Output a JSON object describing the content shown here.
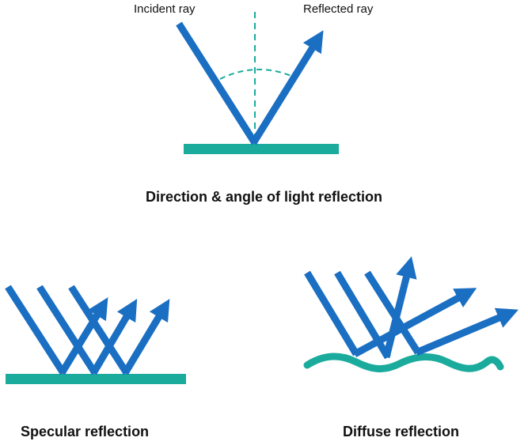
{
  "labels": {
    "incident_ray": "Incident ray",
    "reflected_ray": "Reflected ray",
    "main_caption": "Direction & angle of light reflection",
    "specular_caption": "Specular reflection",
    "diffuse_caption": "Diffuse reflection"
  },
  "colors": {
    "ray": "#1a6fc2",
    "surface": "#1aab9c",
    "normal": "#1aab9c",
    "text": "#111111"
  }
}
